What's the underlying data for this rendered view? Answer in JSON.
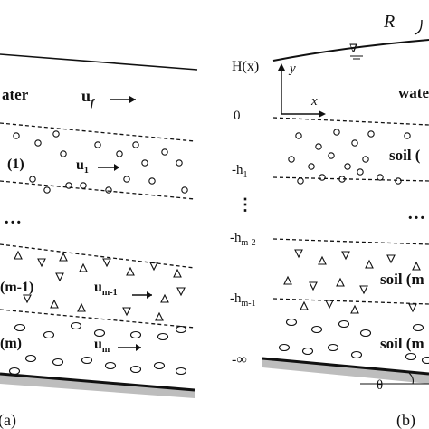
{
  "panel_a": {
    "caption": "(a)",
    "water_label": "ater",
    "velocity_water": {
      "base": "u",
      "sub": "f",
      "arrow": "→"
    },
    "layer_top_label": "(1)",
    "velocity_top": {
      "base": "u",
      "sub": "1",
      "arrow": "→"
    },
    "ellipsis": "…",
    "layer_mid_label": "(m-1)",
    "velocity_mid": {
      "base": "u",
      "sub": "m-1",
      "arrow": "→"
    },
    "layer_bottom_label": "(m)",
    "velocity_bottom": {
      "base": "u",
      "sub": "m",
      "arrow": "→"
    }
  },
  "panel_b": {
    "caption": "(b)",
    "title_fragment": "R",
    "surface_symbol": "∇",
    "surface_label": "H(x)",
    "axis_y": "y",
    "axis_x": "x",
    "water_label": "wate",
    "depths": [
      {
        "id": "zero",
        "base": "0",
        "sub": ""
      },
      {
        "id": "h1",
        "base": "-h",
        "sub": "1"
      },
      {
        "id": "hm2",
        "base": "-h",
        "sub": "m-2"
      },
      {
        "id": "hm1",
        "base": "-h",
        "sub": "m-1"
      },
      {
        "id": "inf",
        "base": "-∞",
        "sub": ""
      }
    ],
    "vertical_dots": "⋮",
    "ellipsis": "…",
    "soil_top": "soil (",
    "soil_mid": "soil (m",
    "soil_bottom": "soil (m",
    "angle_label": "θ"
  }
}
